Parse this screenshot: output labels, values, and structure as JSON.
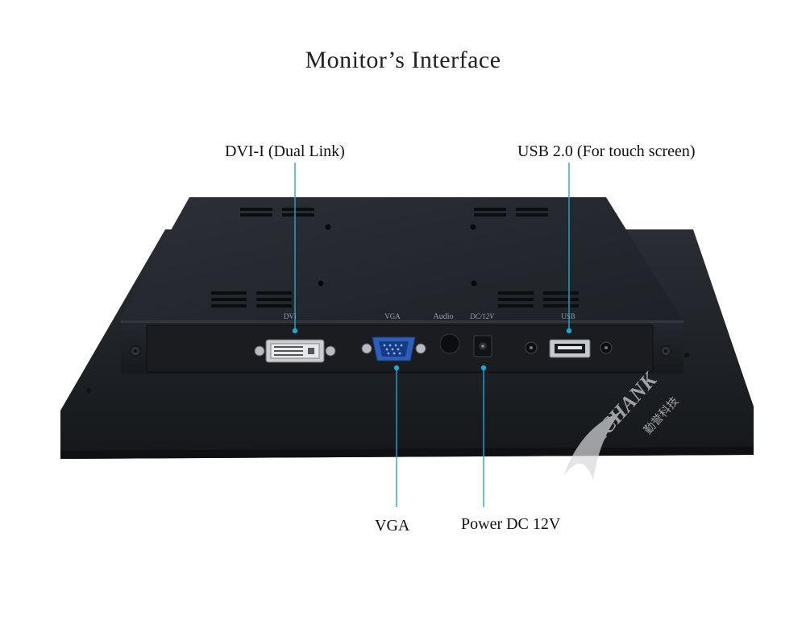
{
  "title": "Monitor’s Interface",
  "callouts": {
    "dvi": "DVI-I (Dual Link)",
    "usb": "USB 2.0 (For touch screen)",
    "vga": "VGA",
    "power": "Power DC 12V"
  },
  "panel_labels": {
    "dvi": "DVI",
    "vga": "VGA",
    "audio": "Audio",
    "dc": "DC/12V",
    "usb": "USB"
  },
  "watermark": {
    "brand": "ICHANK",
    "chinese": "勤誉科技"
  },
  "colors": {
    "leader_line": "#1ea7d6",
    "monitor_body": "#23262b",
    "panel": "#1c1e22",
    "vga_port": "#2d5fb8"
  }
}
